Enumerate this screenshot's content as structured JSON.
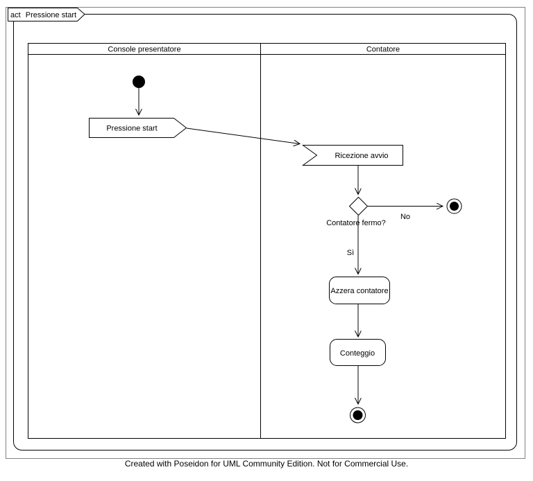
{
  "frame": {
    "keyword": "act",
    "title": "Pressione start"
  },
  "lanes": [
    {
      "title": "Console presentatore"
    },
    {
      "title": "Contatore"
    }
  ],
  "diagram": {
    "send_signal_label": "Pressione start",
    "receive_signal_label": "Ricezione avvio",
    "decision_question": "Contatore fermo?",
    "branch_no_label": "No",
    "branch_yes_label": "Sì",
    "action_reset_label": "Azzera contatore",
    "action_count_label": "Conteggio"
  },
  "footer": {
    "text": "Created with Poseidon for UML Community Edition. Not for Commercial Use."
  },
  "colors": {
    "line": "#000000",
    "outer_border": "#808080",
    "background": "#ffffff"
  }
}
